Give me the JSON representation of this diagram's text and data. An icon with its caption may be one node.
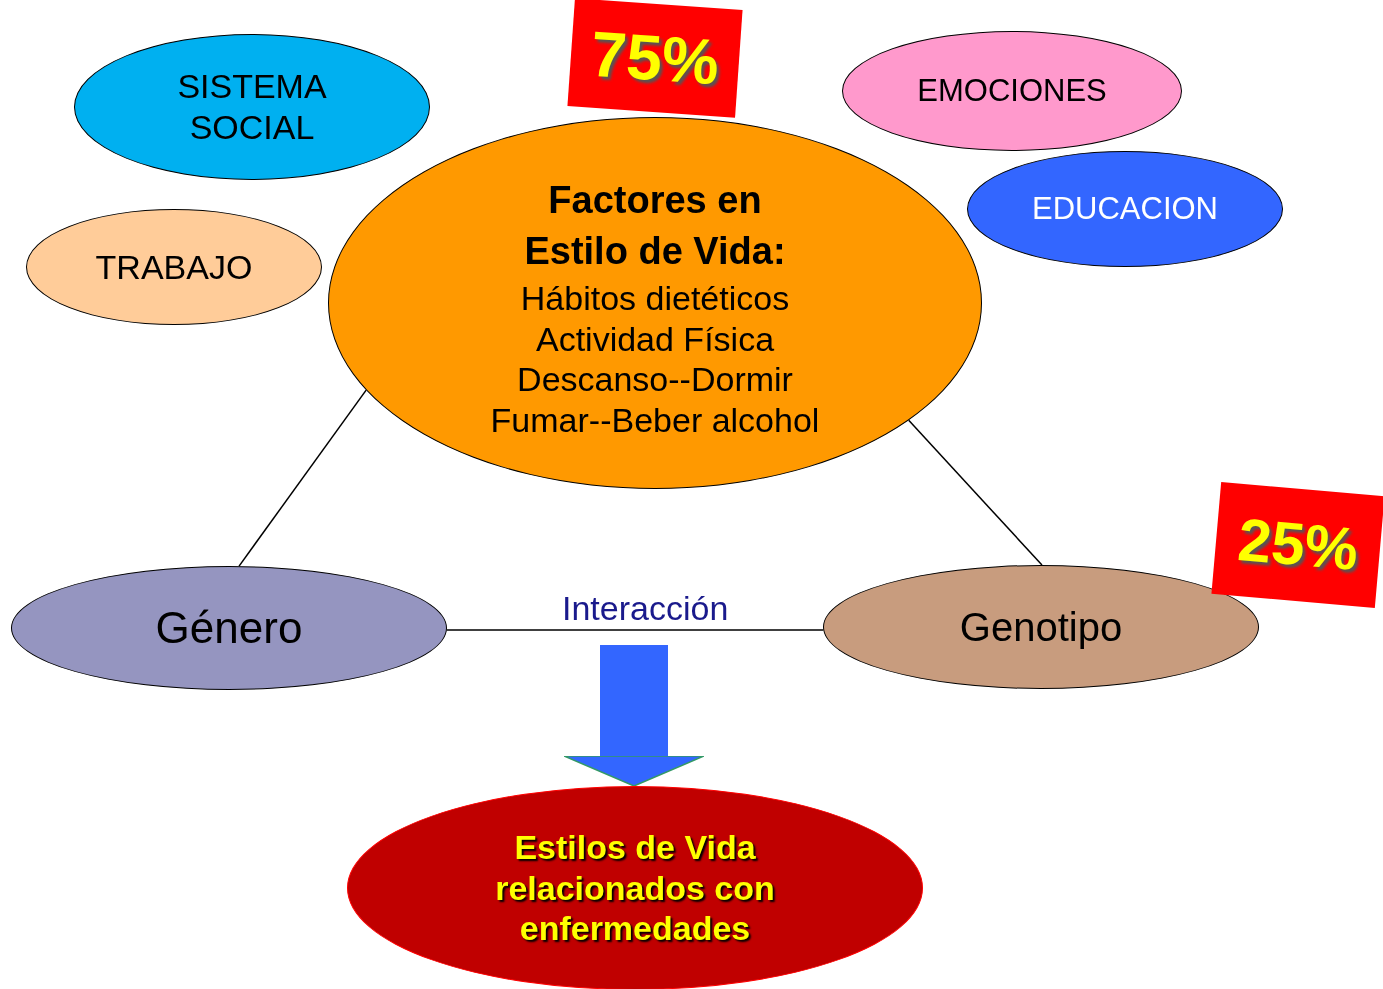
{
  "diagram": {
    "nodes": [
      {
        "text": [
          "SISTEMA SOCIAL"
        ]
      },
      {
        "text": [
          "75%"
        ]
      },
      {
        "text": [
          "EMOCIONES"
        ]
      },
      {
        "text": [
          "Factores en Estilo de Vida:",
          "Hábitos dietéticos",
          "Actividad Física",
          "Descanso--Dormir",
          "Fumar--Beber alcohol"
        ]
      },
      {
        "text": [
          "EDUCACION"
        ]
      },
      {
        "text": [
          "TRABAJO"
        ]
      },
      {
        "text": [
          "25%"
        ]
      },
      {
        "text": [
          "Género"
        ]
      },
      {
        "text": [
          "Genotipo"
        ]
      },
      {
        "text": [
          "Estilos de Vida relacionados con enfermedades"
        ]
      }
    ],
    "edges": [
      {
        "from": 3,
        "to": 7,
        "arrow": "none"
      },
      {
        "from": 3,
        "to": 8,
        "arrow": "none"
      },
      {
        "from": 7,
        "to": 8,
        "arrow": "none",
        "label": "Interacción"
      },
      {
        "from": null,
        "to": 9,
        "arrow": "to",
        "style": "thick",
        "color": "#3366ff"
      }
    ]
  }
}
